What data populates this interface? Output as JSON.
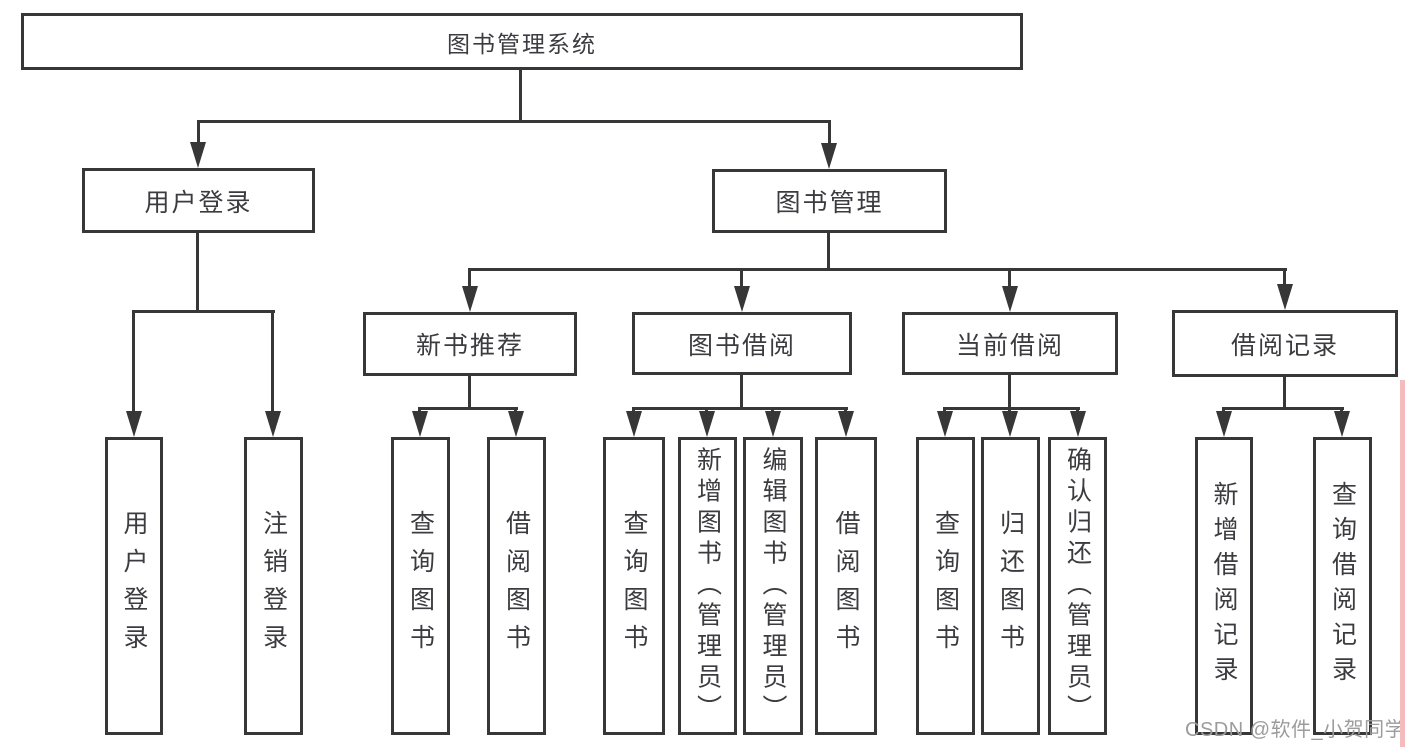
{
  "diagram_title": "图书管理系统",
  "nodes": {
    "root": {
      "label": "图书管理系统"
    },
    "user_login_group": {
      "label": "用户登录"
    },
    "book_mgmt": {
      "label": "图书管理"
    },
    "new_book_rec": {
      "label": "新书推荐"
    },
    "book_borrow": {
      "label": "图书借阅"
    },
    "current_borrow": {
      "label": "当前借阅"
    },
    "borrow_records": {
      "label": "借阅记录"
    },
    "leaf_user_login": {
      "label": "用户登录"
    },
    "leaf_logout": {
      "label": "注销登录"
    },
    "leaf_query_book_1": {
      "label": "查询图书"
    },
    "leaf_borrow_book_1": {
      "label": "借阅图书"
    },
    "leaf_query_book_2": {
      "label": "查询图书"
    },
    "leaf_add_book": {
      "label": "新增图书（管理员）"
    },
    "leaf_edit_book": {
      "label": "编辑图书（管理员）"
    },
    "leaf_borrow_book_2": {
      "label": "借阅图书"
    },
    "leaf_query_book_3": {
      "label": "查询图书"
    },
    "leaf_return_book": {
      "label": "归还图书"
    },
    "leaf_confirm_return": {
      "label": "确认归还（管理员）"
    },
    "leaf_add_borrow_record": {
      "label": "新增借阅记录"
    },
    "leaf_query_borrow_record": {
      "label": "查询借阅记录"
    }
  },
  "hierarchy": {
    "title": "图书管理系统",
    "children": [
      {
        "label": "用户登录",
        "children": [
          "用户登录",
          "注销登录"
        ]
      },
      {
        "label": "图书管理",
        "children": [
          {
            "label": "新书推荐",
            "children": [
              "查询图书",
              "借阅图书"
            ]
          },
          {
            "label": "图书借阅",
            "children": [
              "查询图书",
              "新增图书（管理员）",
              "编辑图书（管理员）",
              "借阅图书"
            ]
          },
          {
            "label": "当前借阅",
            "children": [
              "查询图书",
              "归还图书",
              "确认归还（管理员）"
            ]
          },
          {
            "label": "借阅记录",
            "children": [
              "新增借阅记录",
              "查询借阅记录"
            ]
          }
        ]
      }
    ]
  },
  "watermark": {
    "text": "CSDN @软件_小贺同学"
  },
  "colors": {
    "background": "#ffffff",
    "line": "#373737",
    "text": "#3c3c40",
    "watermark": "#9c9c9c",
    "right_edge_strip": "#f5bcbe"
  }
}
